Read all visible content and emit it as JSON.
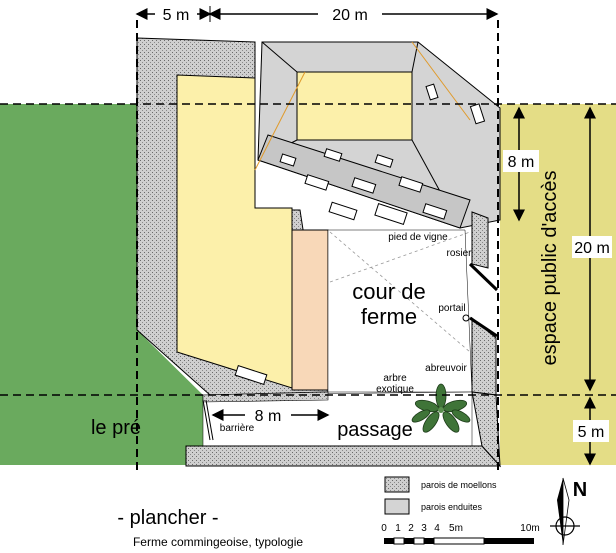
{
  "dimensions": {
    "top_left": "5 m",
    "top_main": "20 m",
    "right_upper": "8 m",
    "right_total": "20 m",
    "right_lower": "5 m",
    "passage_width": "8 m"
  },
  "areas": {
    "meadow": "le pré",
    "courtyard_line1": "cour de",
    "courtyard_line2": "ferme",
    "passage": "passage",
    "public_access": "espace public  d'accès"
  },
  "features": {
    "vine": "pied de vigne",
    "rosebush": "rosier",
    "gate": "portail",
    "trough": "abreuvoir",
    "tree_line1": "arbre",
    "tree_line2": "exotique",
    "barrier": "barrière"
  },
  "legend": {
    "rubble_walls": "parois de moellons",
    "rendered_walls": "parois enduites"
  },
  "scale": {
    "ticks": [
      "0",
      "1",
      "2",
      "3",
      "4",
      "5m",
      "10m"
    ]
  },
  "north_label": "N",
  "caption": {
    "title": "- plancher -",
    "subtitle": "Ferme commingeoise, typologie"
  },
  "colors": {
    "meadow_green": "#6aaa5e",
    "public_yellow": "#e4dd86",
    "wall_cream": "#fcf0aa",
    "roof_grey": "#d4d4d4",
    "salmon": "#f8d8b8",
    "hedge_dark": "#3f7438",
    "gravel": "#c9c9c9"
  }
}
